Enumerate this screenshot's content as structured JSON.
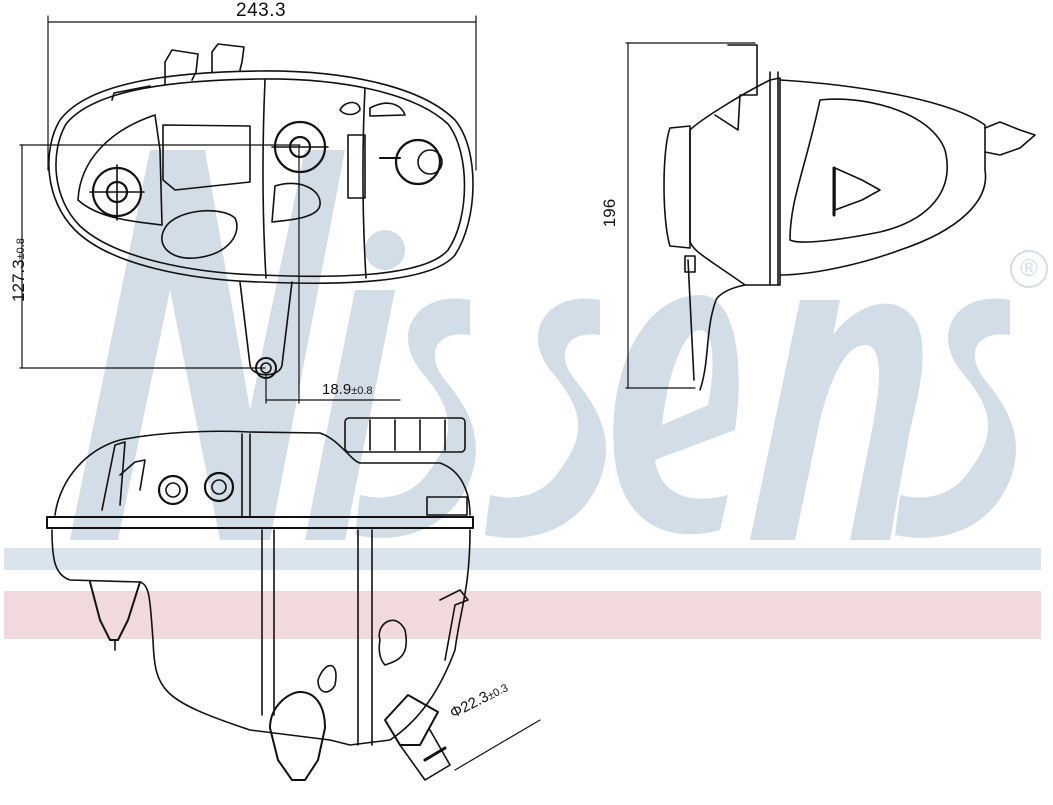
{
  "drawing": {
    "subject": "Coolant expansion tank technical drawing",
    "views": [
      "top-view",
      "side-view",
      "front-view"
    ]
  },
  "dimensions": {
    "overall_width": "243.3",
    "mount_height": "127.3",
    "mount_height_tol": "±0.8",
    "mount_offset": "18.9",
    "mount_offset_tol": "±0.8",
    "side_height": "196",
    "hose_diameter": "Φ22.3",
    "hose_diameter_tol": "±0.3"
  },
  "watermark": {
    "brand": "Nissens",
    "registered_mark": "®",
    "logo_color": "#d3dde8",
    "band_blue_color": "#d9e4ee",
    "band_pink_color": "#f1d9de"
  },
  "colors": {
    "line": "#111111",
    "background": "#ffffff"
  }
}
